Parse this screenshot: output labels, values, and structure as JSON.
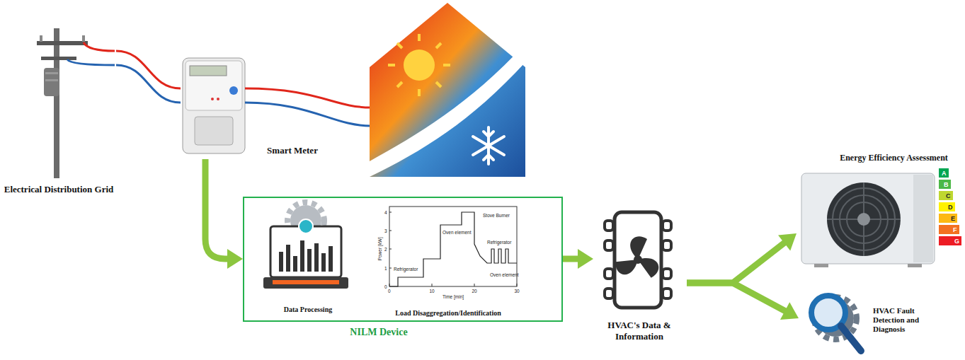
{
  "diagram": {
    "nodes": [
      {
        "text": [
          "Electrical Distribution Grid"
        ]
      },
      {
        "text": [
          "Smart Meter"
        ]
      },
      {
        "text": [
          "NILM Device"
        ]
      },
      {
        "text": [
          "Data Processing"
        ],
        "in": 2
      },
      {
        "text": [
          "Load Disaggregation/Identification"
        ],
        "in": 2
      },
      {
        "text": [
          "HVAC's Data & Information"
        ]
      },
      {
        "text": [
          "Energy Efficiency Assessment"
        ]
      },
      {
        "text": [
          "HVAC Fault Detection and Diagnosis"
        ]
      }
    ],
    "edges": [
      {
        "from": 0,
        "to": 1,
        "arrow": "none"
      },
      {
        "from": 0,
        "to": 1,
        "arrow": "none"
      },
      {
        "from": 1,
        "to": 2,
        "arrow": "to"
      },
      {
        "from": 2,
        "to": 5,
        "arrow": "to"
      },
      {
        "from": 5,
        "to": 6,
        "arrow": "to"
      },
      {
        "from": 5,
        "to": 7,
        "arrow": "to"
      }
    ],
    "labels": [
      "Power [kW]",
      "Time [min]",
      "0",
      "1",
      "2",
      "3",
      "4",
      "0",
      "10",
      "20",
      "30",
      "Refrigerator",
      "Oven element",
      "Stove Burner",
      "Refrigerator",
      "Oven element",
      "A",
      "B",
      "C",
      "D",
      "E",
      "F",
      "G"
    ]
  }
}
